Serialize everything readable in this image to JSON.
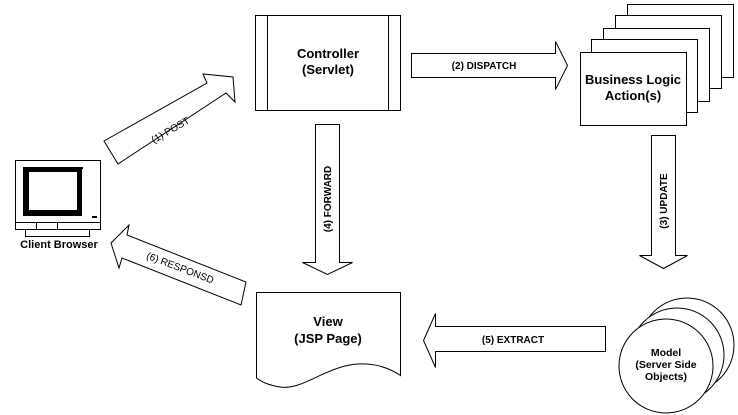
{
  "diagram": {
    "title": "MVC Model 2 Request Flow",
    "colors": {
      "stroke": "#000000",
      "fill": "#ffffff",
      "background": "#ffffff"
    },
    "nodes": {
      "client": {
        "label": "Client Browser",
        "icon": "computer-monitor-icon"
      },
      "controller": {
        "line1": "Controller",
        "line2": "(Servlet)"
      },
      "business": {
        "line1": "Business Logic",
        "line2": "Action(s)"
      },
      "view": {
        "line1": "View",
        "line2": "(JSP Page)"
      },
      "model": {
        "line1": "Model",
        "line2": "(Server Side",
        "line3": "Objects)"
      }
    },
    "edges": {
      "post": {
        "label": "(1) POST",
        "from": "Client Browser",
        "to": "Controller (Servlet)"
      },
      "dispatch": {
        "label": "(2) DISPATCH",
        "from": "Controller (Servlet)",
        "to": "Business Logic Action(s)"
      },
      "update": {
        "label": "(3) UPDATE",
        "from": "Business Logic Action(s)",
        "to": "Model (Server Side Objects)"
      },
      "forward": {
        "label": "(4) FORWARD",
        "from": "Controller (Servlet)",
        "to": "View (JSP Page)"
      },
      "extract": {
        "label": "(5) EXTRACT",
        "from": "Model (Server Side Objects)",
        "to": "View (JSP Page)"
      },
      "respond": {
        "label": "(6) RESPONSD",
        "from": "View (JSP Page)",
        "to": "Client Browser"
      }
    }
  }
}
